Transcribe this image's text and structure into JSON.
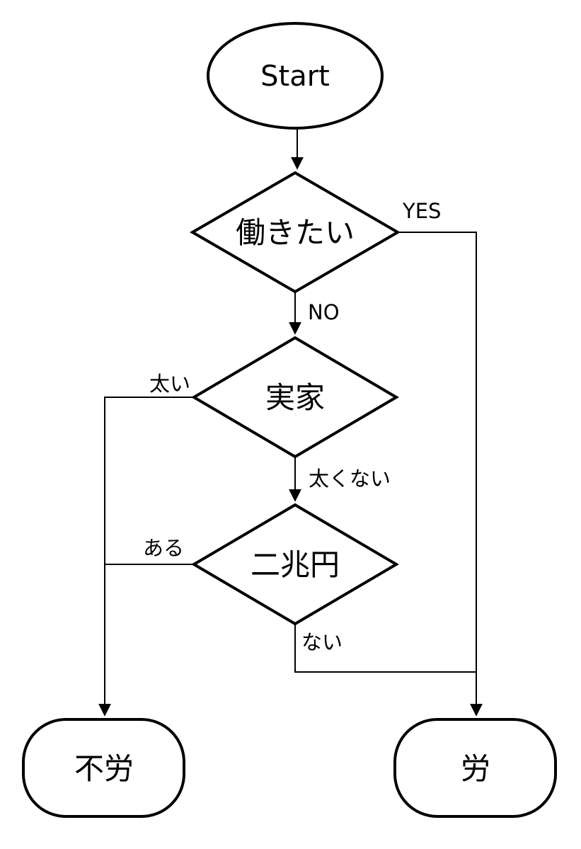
{
  "diagram": {
    "colors": {
      "background": "#ffffff",
      "line": "#000000",
      "text": "#000000"
    },
    "nodes": {
      "start": {
        "label": "Start",
        "shape": "ellipse"
      },
      "want_to_work": {
        "label": "働きたい",
        "shape": "decision"
      },
      "parents_home": {
        "label": "実家",
        "shape": "decision"
      },
      "two_trillion_yen": {
        "label": "二兆円",
        "shape": "decision"
      },
      "no_labor": {
        "label": "不労",
        "shape": "terminal"
      },
      "labor": {
        "label": "労",
        "shape": "terminal"
      }
    },
    "edges": {
      "yes": {
        "label": "YES"
      },
      "no": {
        "label": "NO"
      },
      "fat": {
        "label": "太い"
      },
      "not_fat": {
        "label": "太くない"
      },
      "have": {
        "label": "ある"
      },
      "not_have": {
        "label": "ない"
      }
    }
  }
}
